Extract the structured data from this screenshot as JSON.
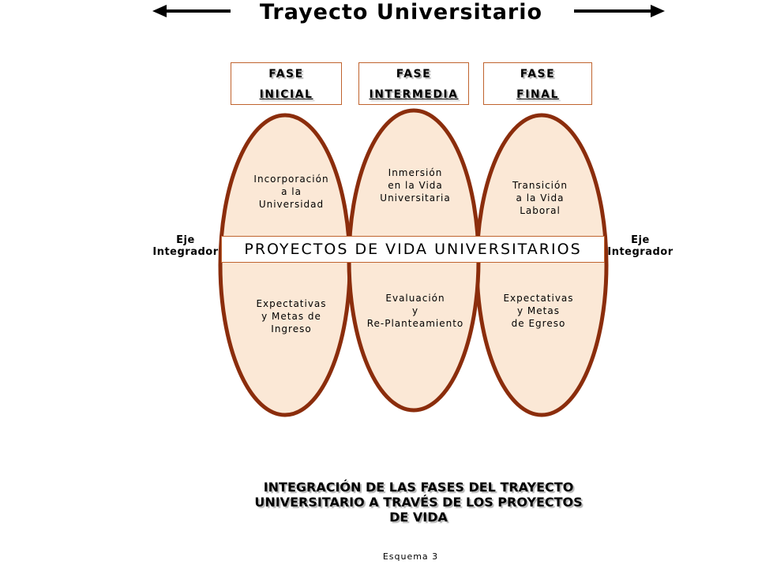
{
  "header": {
    "title": "Trayecto Universitario"
  },
  "phases": [
    {
      "line1": "FASE",
      "line2": "INICIAL"
    },
    {
      "line1": "FASE",
      "line2": "INTERMEDIA"
    },
    {
      "line1": "FASE",
      "line2": "FINAL"
    }
  ],
  "ellipses": [
    {
      "top_text": "Incorporación\na la\nUniversidad",
      "bottom_text": "Expectativas\ny Metas de\nIngreso"
    },
    {
      "top_text": "Inmersión\nen la Vida\nUniversitaria",
      "bottom_text": "Evaluación\ny\nRe-Planteamiento"
    },
    {
      "top_text": "Transición\na la Vida\nLaboral",
      "bottom_text": "Expectativas\ny Metas\nde Egreso"
    }
  ],
  "axis": {
    "left_label": "Eje\nIntegrador",
    "right_label": "Eje\nIntegrador"
  },
  "banner": {
    "label": "PROYECTOS DE VIDA UNIVERSITARIOS"
  },
  "caption": {
    "text": "INTEGRACIÓN DE LAS FASES DEL TRAYECTO\nUNIVERSITARIO A TRAVÉS DE LOS PROYECTOS\nDE VIDA"
  },
  "footer": {
    "label": "Esquema 3"
  },
  "colors": {
    "ellipse_fill": "#fbe8d6",
    "ellipse_stroke": "#8b2d0c",
    "overlap_fill": "#f0b789",
    "box_border": "#c0632e"
  }
}
